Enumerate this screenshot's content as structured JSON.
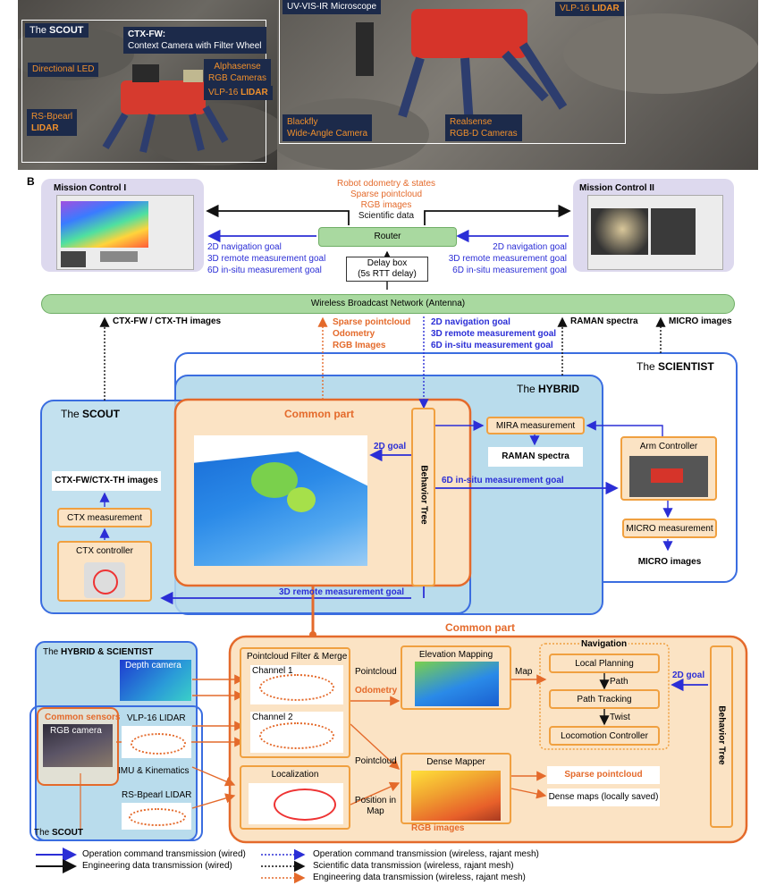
{
  "panel_a": {
    "scout_label_prefix": "The ",
    "scout_label_bold": "SCOUT",
    "ctx_title": "CTX-FW:",
    "ctx_subtitle": "Context Camera with Filter Wheel",
    "directional_led": "Directional LED",
    "alphasense_1": "Alphasense",
    "alphasense_2": "RGB Cameras",
    "vlp_prefix": "VLP-16 ",
    "vlp_bold": "LIDAR",
    "rs_1": "RS-Bpearl",
    "rs_2": "LIDAR",
    "microscope": "UV-VIS-IR Microscope",
    "vlp_right_prefix": "VLP-16 ",
    "vlp_right_bold": "LIDAR",
    "blackfly_1": "Blackfly",
    "blackfly_2": "Wide-Angle Camera",
    "realsense_1": "Realsense",
    "realsense_2": "RGB-D Cameras"
  },
  "panel_b": {
    "letter": "B",
    "mission_control_1": "Mission Control I",
    "mission_control_2": "Mission Control II",
    "uplink_1": "Robot odometry & states",
    "uplink_2": "Sparse pointcloud",
    "uplink_3": "RGB images",
    "uplink_4": "Scientific data",
    "router": "Router",
    "delay_1": "Delay box",
    "delay_2": "(5s RTT delay)",
    "goal_2d": "2D navigation goal",
    "goal_3d": "3D remote measurement goal",
    "goal_6d": "6D in-situ measurement goal",
    "wireless": "Wireless Broadcast Network (Antenna)",
    "ctx_images": "CTX-FW / CTX-TH images",
    "down_sparse": "Sparse pointcloud",
    "down_odom": "Odometry",
    "down_rgb": "RGB Images",
    "down_2d": "2D navigation goal",
    "down_3d": "3D remote measurement goal",
    "down_6d": "6D in-situ measurement goal",
    "raman_spectra_top": "RAMAN spectra",
    "micro_images_top": "MICRO images",
    "scientist_prefix": "The ",
    "scientist_bold": "SCIENTIST",
    "hybrid_prefix": "The ",
    "hybrid_bold": "HYBRID",
    "scout_prefix": "The ",
    "scout_bold": "SCOUT",
    "common_part": "Common part",
    "behavior_tree": "Behavior Tree",
    "goal_2d_short": "2D goal",
    "mira": "MIRA measurement",
    "raman": "RAMAN spectra",
    "insitu_goal": "6D in-situ measurement goal",
    "arm_controller": "Arm Controller",
    "micro_measurement": "MICRO measurement",
    "micro_images": "MICRO images",
    "ctx_images_box": "CTX-FW/CTX-TH images",
    "ctx_measurement": "CTX measurement",
    "ctx_controller": "CTX controller",
    "remote_goal": "3D remote measurement goal",
    "common_part_2": "Common part",
    "hybrid_sci_prefix": "The ",
    "hybrid_sci_bold": "HYBRID & SCIENTIST",
    "depth_camera": "Depth camera",
    "common_sensors": "Common sensors",
    "rgb_camera": "RGB camera",
    "vlp16": "VLP-16 LIDAR",
    "imu": "IMU & Kinematics",
    "rsbpearl": "RS-Bpearl LIDAR",
    "scout_bottom_prefix": "The ",
    "scout_bottom_bold": "SCOUT",
    "pcl_filter": "Pointcloud Filter & Merge",
    "channel_1": "Channel 1",
    "channel_2": "Channel 2",
    "pointcloud_1": "Pointcloud",
    "odometry": "Odometry",
    "elevation": "Elevation Mapping",
    "map": "Map",
    "navigation": "Navigation",
    "local_planning": "Local Planning",
    "path": "Path",
    "path_tracking": "Path Tracking",
    "twist": "Twist",
    "locomotion": "Locomotion Controller",
    "goal_2d_nav": "2D goal",
    "behavior_tree_2": "Behavior Tree",
    "localization": "Localization",
    "pointcloud_2": "Pointcloud",
    "dense_mapper": "Dense Mapper",
    "position_1": "Position in",
    "position_2": "Map",
    "rgb_images": "RGB images",
    "sparse_out": "Sparse pointcloud",
    "dense_out": "Dense maps (locally saved)"
  },
  "legend": {
    "op_wired": "Operation command transmission (wired)",
    "eng_wired": "Engineering data transmission (wired)",
    "op_wireless": "Operation command transmission (wireless, rajant mesh)",
    "sci_wireless": "Scientific data transmission (wireless, rajant mesh)",
    "eng_wireless": "Engineering data transmission (wireless, rajant mesh)"
  },
  "colors": {
    "blue_arrow": "#2b2ed6",
    "orange_accent": "#e46a2b",
    "orange_border": "#f0a040",
    "green_box": "#a9d9a0",
    "light_blue_panel": "#b9dcec",
    "lavender": "#ddd9ee"
  }
}
